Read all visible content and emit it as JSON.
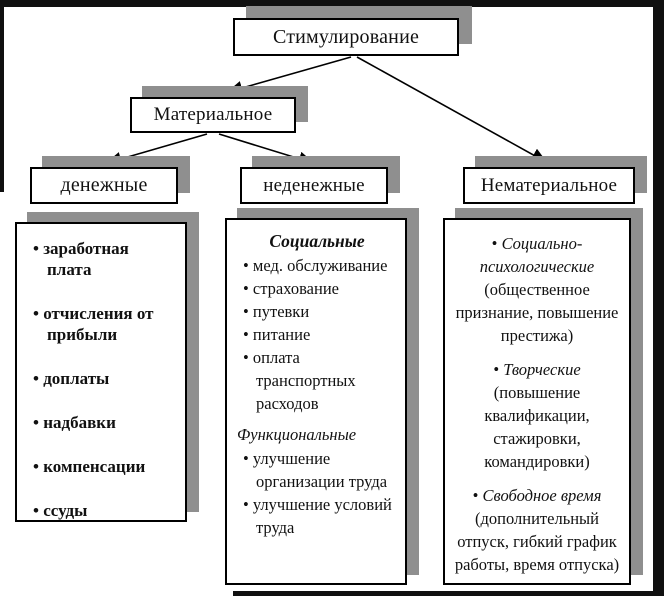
{
  "title": "Стимулирование",
  "palette": {
    "box_border": "#000000",
    "box_fill": "#ffffff",
    "shadow": "#8f8f8f",
    "line": "#000000",
    "background": "#ffffff"
  },
  "nodes": {
    "root": {
      "label": "Стимулирование"
    },
    "material": {
      "label": "Материальное"
    },
    "monetary": {
      "label": "денежные"
    },
    "nonmonetary": {
      "label": "неденежные"
    },
    "nonmaterial": {
      "label": "Нематериальное"
    }
  },
  "monetary": {
    "items": [
      "заработная плата",
      "отчисления от прибыли",
      "доплаты",
      "надбавки",
      "компенсации",
      "ссуды"
    ]
  },
  "nonmonetary": {
    "groups": [
      {
        "title": "Социальные",
        "items": [
          "мед. обслуживание",
          "страхование",
          "путевки",
          "питание",
          "оплата транспортных расходов"
        ]
      },
      {
        "title": "Функциональные",
        "items": [
          "улучшение организации труда",
          "улучшение условий труда"
        ]
      }
    ]
  },
  "nonmaterial": {
    "items": [
      {
        "name": "Социально-психологические",
        "detail": "(общественное признание, повышение престижа)"
      },
      {
        "name": "Творческие",
        "detail": "(повышение квалификации, стажировки, командировки)"
      },
      {
        "name": "Свободное время",
        "detail": "(дополнительный отпуск, гибкий график работы, время отпуска)"
      }
    ]
  }
}
